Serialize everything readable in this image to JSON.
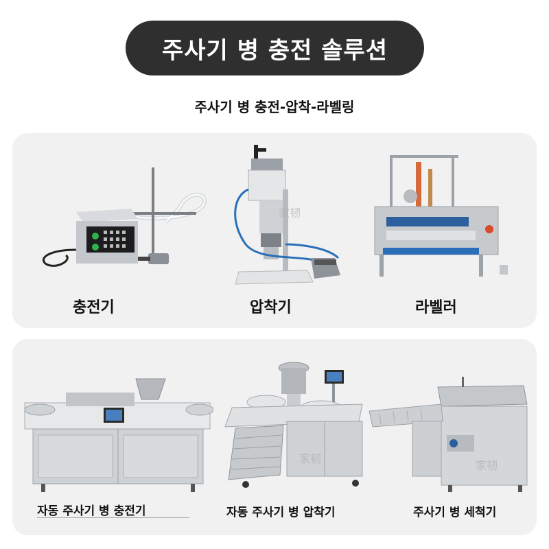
{
  "header": {
    "title": "주사기 병 충전 솔루션",
    "subtitle": "주사기 병 충전-압착-라벨링"
  },
  "top_panel": {
    "items": [
      {
        "label": "충전기",
        "image": "filling-machine-image"
      },
      {
        "label": "압착기",
        "image": "crimping-machine-image"
      },
      {
        "label": "라벨러",
        "image": "labeler-image"
      }
    ]
  },
  "bottom_panel": {
    "items": [
      {
        "label": "자동 주사기 병 충전기",
        "image": "automatic-filling-machine-image"
      },
      {
        "label": "자동 주사기 병 압착기",
        "image": "automatic-crimping-machine-image"
      },
      {
        "label": "주사기 병 세척기",
        "image": "washing-machine-image"
      }
    ]
  },
  "watermark": "家韧",
  "colors": {
    "title_bg": "#2f2f2f",
    "panel_bg": "#f1f1f1",
    "machine_metal": "#c9ccd0",
    "accent_blue": "#2a6fb8"
  }
}
